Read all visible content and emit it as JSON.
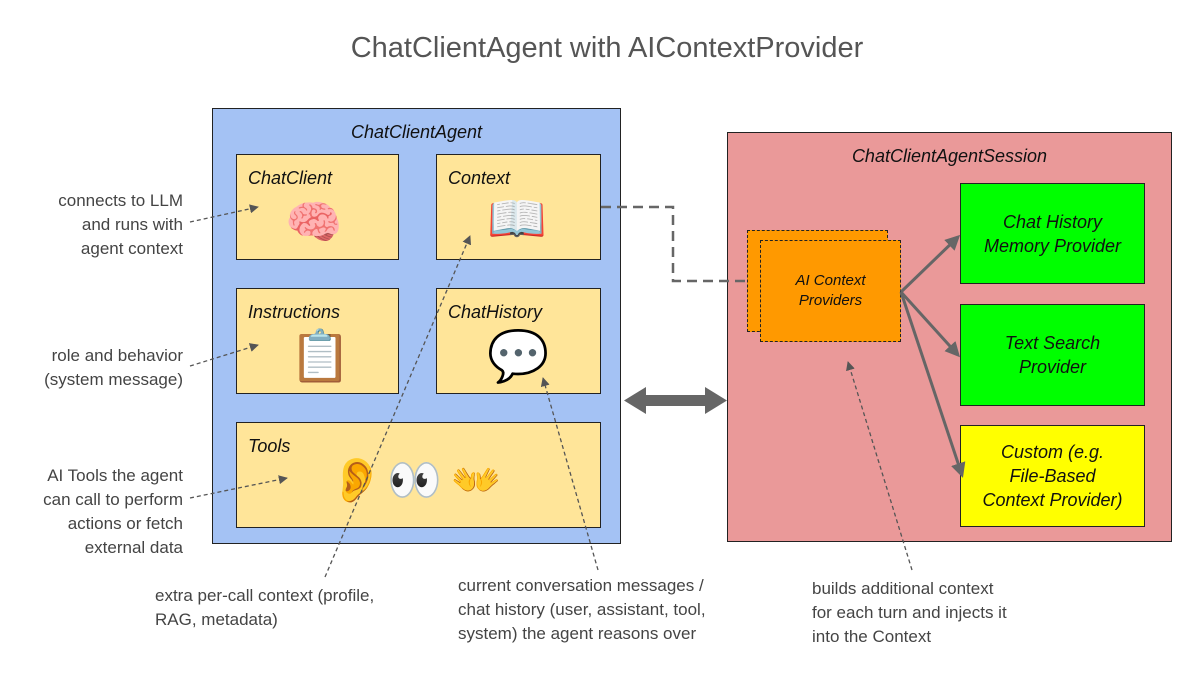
{
  "title": "ChatClientAgent with AIContextProvider",
  "agent": {
    "title": "ChatClientAgent",
    "cards": {
      "chatclient": {
        "label": "ChatClient",
        "icon": "brain-icon",
        "glyph": "🧠"
      },
      "context": {
        "label": "Context",
        "icon": "open-book-icon",
        "glyph": "📖"
      },
      "instructions": {
        "label": "Instructions",
        "icon": "clipboard-icon",
        "glyph": "📋"
      },
      "chathistory": {
        "label": "ChatHistory",
        "icon": "speech-bubble-icon",
        "glyph": "💬"
      },
      "tools": {
        "label": "Tools",
        "icons": [
          {
            "name": "ear-icon",
            "glyph": "👂"
          },
          {
            "name": "eyes-icon",
            "glyph": "👀"
          },
          {
            "name": "raised-hands-icon",
            "glyph": "👐"
          }
        ]
      }
    }
  },
  "notes": {
    "chatclient": [
      "connects to LLM",
      "and runs with",
      "agent context"
    ],
    "instructions": [
      "role and behavior",
      "(system message)"
    ],
    "tools": [
      "AI Tools the agent",
      "can call to perform",
      "actions or fetch",
      "external data"
    ],
    "context": [
      "extra per-call context (profile,",
      "RAG, metadata)"
    ],
    "chathistory": [
      "current conversation messages /",
      "chat history (user, assistant, tool,",
      "system) the agent reasons over"
    ],
    "aicp": [
      "builds additional context",
      "for each turn and injects it",
      "into the Context"
    ]
  },
  "session": {
    "title": "ChatClientAgentSession",
    "ai_context_providers": [
      "AI Context",
      "Providers"
    ],
    "providers": [
      {
        "lines": [
          "Chat History",
          "Memory Provider"
        ],
        "color": "#00ff00"
      },
      {
        "lines": [
          "Text Search",
          "Provider"
        ],
        "color": "#00ff00"
      },
      {
        "lines": [
          "Custom (e.g.",
          "File-Based",
          "Context Provider)"
        ],
        "color": "#ffff00"
      }
    ]
  },
  "colors": {
    "agent_panel": "#a4c2f4",
    "session_panel": "#ea9999",
    "card": "#ffe599",
    "ai_context_providers": "#ff9900",
    "connector": "#666666"
  }
}
